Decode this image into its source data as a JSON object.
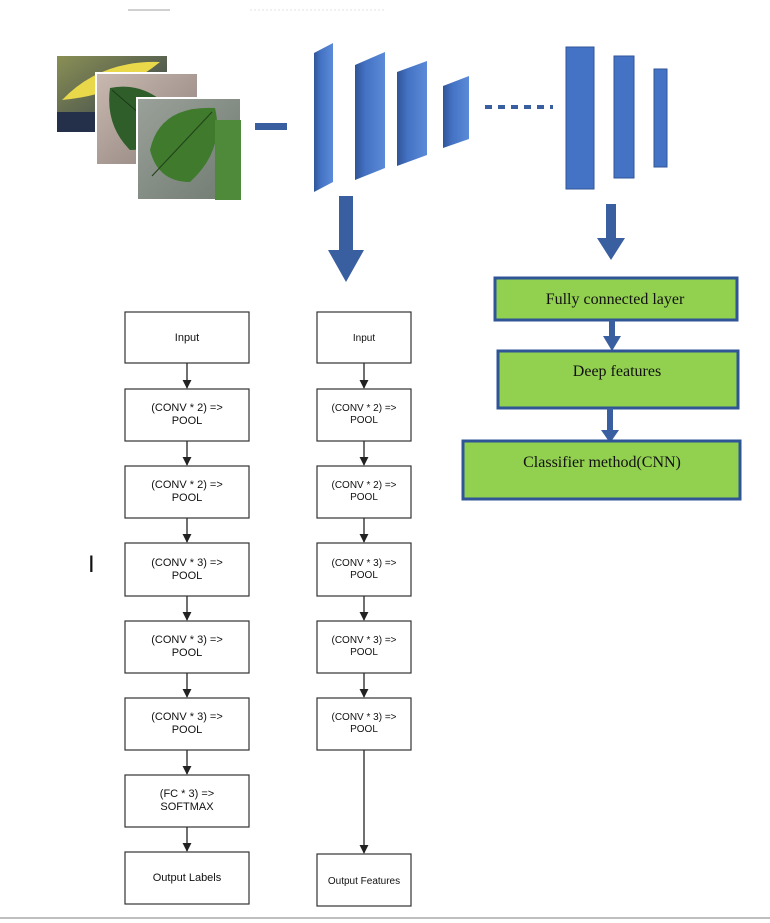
{
  "colors": {
    "layer_blue": "#4472C4",
    "layer_blue_dark": "#2F5597",
    "arrow_blue": "#3A5FA0",
    "green_fill": "#92D050",
    "green_border": "#2F5597",
    "box_border": "#333333"
  },
  "images": [
    {
      "icon": "leaf-photo-icon",
      "description": "leaf image"
    },
    {
      "icon": "leaf-photo-icon",
      "description": "leaf image"
    },
    {
      "icon": "leaf-photo-icon",
      "description": "leaf image"
    }
  ],
  "left_column": {
    "boxes": [
      {
        "line1": "Input",
        "line2": ""
      },
      {
        "line1": "(CONV * 2) =>",
        "line2": "POOL"
      },
      {
        "line1": "(CONV * 2) =>",
        "line2": "POOL"
      },
      {
        "line1": "(CONV * 3) =>",
        "line2": "POOL"
      },
      {
        "line1": "(CONV * 3) =>",
        "line2": "POOL"
      },
      {
        "line1": "(CONV * 3) =>",
        "line2": "POOL"
      },
      {
        "line1": "(FC * 3) =>",
        "line2": "SOFTMAX"
      },
      {
        "line1": "Output Labels",
        "line2": ""
      }
    ]
  },
  "right_column": {
    "boxes": [
      {
        "line1": "Input",
        "line2": ""
      },
      {
        "line1": "(CONV * 2) =>",
        "line2": "POOL"
      },
      {
        "line1": "(CONV * 2) =>",
        "line2": "POOL"
      },
      {
        "line1": "(CONV * 3) =>",
        "line2": "POOL"
      },
      {
        "line1": "(CONV * 3) =>",
        "line2": "POOL"
      },
      {
        "line1": "(CONV * 3) =>",
        "line2": "POOL"
      },
      {
        "line1": "Output Features",
        "line2": ""
      }
    ]
  },
  "green_boxes": [
    {
      "label": "Fully connected layer"
    },
    {
      "label": "Deep features"
    },
    {
      "label": "Classifier method(CNN)"
    }
  ],
  "stray_mark": "I"
}
